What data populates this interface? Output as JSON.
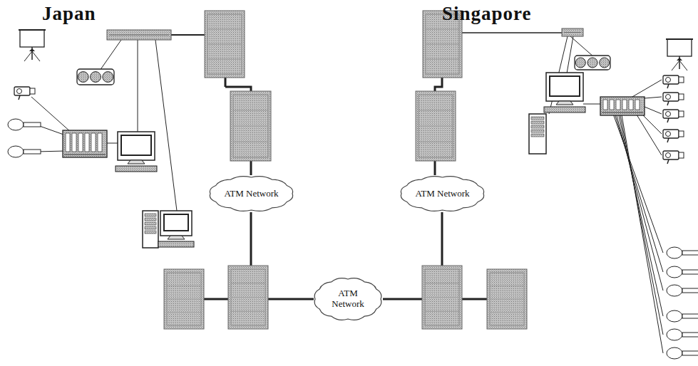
{
  "diagram": {
    "nodes": [
      {
        "text": [
          "ATM Network"
        ]
      },
      {
        "text": [
          "ATM Network"
        ]
      },
      {
        "text": [
          "ATM Network"
        ]
      }
    ],
    "labels": [
      "Japan",
      "Singapore"
    ]
  }
}
